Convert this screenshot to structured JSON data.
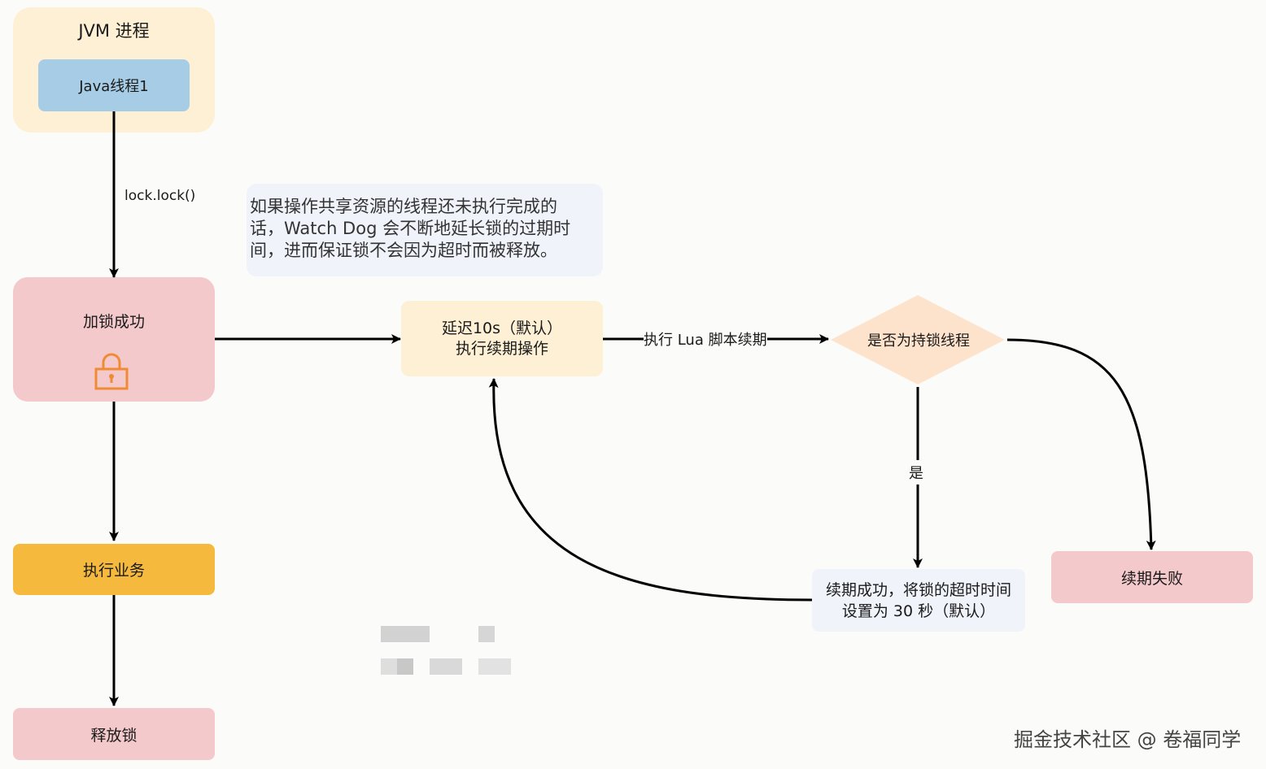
{
  "nodes": {
    "jvm_title": "JVM 进程",
    "java_thread": "Java线程1",
    "lock_success": "加锁成功",
    "do_business": "执行业务",
    "release_lock": "释放锁",
    "delay_line1": "延迟10s（默认）",
    "delay_line2": "执行续期操作",
    "decision": "是否为持锁线程",
    "renew_ok_line1": "续期成功，将锁的超时时间",
    "renew_ok_line2": "设置为 30 秒（默认）",
    "renew_fail": "续期失败"
  },
  "note": {
    "line1": "如果操作共享资源的线程还未执行完成的",
    "line2": "话，Watch Dog 会不断地延长锁的过期时",
    "line3": "间，进而保证锁不会因为超时而被释放。"
  },
  "edges": {
    "lock_call": "lock.lock()",
    "lua_renew": "执行 Lua 脚本续期",
    "yes": "是"
  },
  "watermark": "掘金技术社区 @ 卷福同学",
  "icons": {
    "lock": "lock-icon"
  },
  "colors": {
    "cream": "#fdf0d4",
    "blue": "#a7cde6",
    "pink": "#f4c9cb",
    "orange": "#f5b93d",
    "lock_icon": "#f08a35",
    "note_bg": "#f0f3fa"
  }
}
